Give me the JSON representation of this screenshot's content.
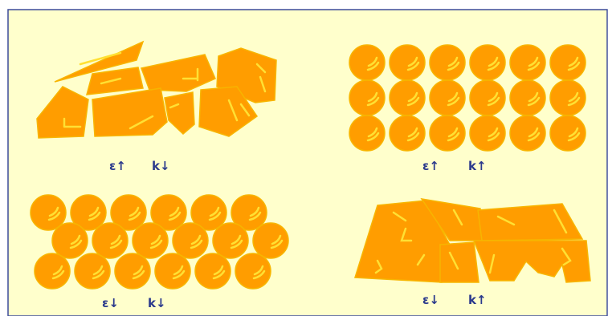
{
  "colors": {
    "background": "#ffffcc",
    "border": "#3b4a9a",
    "grain_fill": "#ff9d00",
    "grain_edge": "#f7b500",
    "grain_mark": "#ffe033",
    "label": "#2b3a8c"
  },
  "panels": [
    {
      "id": "top-left",
      "grains": "irregular-polygons",
      "epsilon": "ε↑",
      "k": "k↓"
    },
    {
      "id": "top-right",
      "grains": "circles-aligned",
      "epsilon": "ε↑",
      "k": "k↑"
    },
    {
      "id": "bottom-left",
      "grains": "circles-staggered",
      "epsilon": "ε↓",
      "k": "k↓"
    },
    {
      "id": "bottom-right",
      "grains": "fused-fractured-blocks",
      "epsilon": "ε↓",
      "k": "k↑"
    }
  ]
}
